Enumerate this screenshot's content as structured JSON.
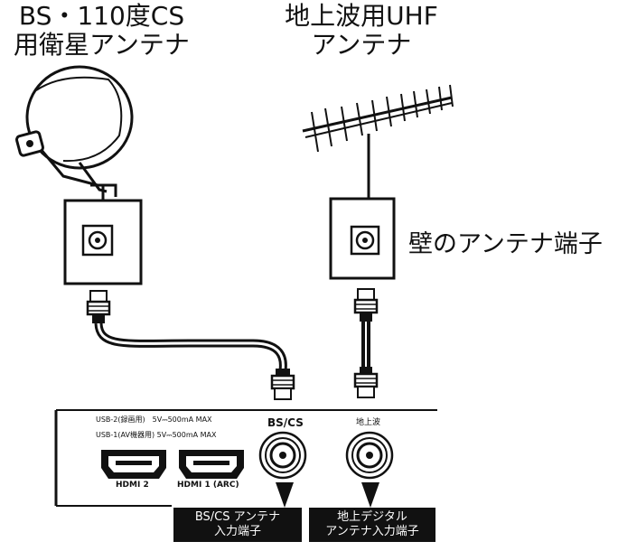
{
  "labels": {
    "bs_antenna_line1": "BS・110度CS",
    "bs_antenna_line2": "用衛星アンテナ",
    "uhf_antenna_line1": "地上波用UHF",
    "uhf_antenna_line2": "アンテナ",
    "wall_terminal": "壁のアンテナ端子"
  },
  "panel": {
    "usb2_text": "USB-2(録画用)　5V⎓500mA MAX",
    "usb1_text": "USB-1(AV機器用) 5V⎓500mA MAX",
    "hdmi2_label": "HDMI 2",
    "hdmi1_label": "HDMI 1 (ARC)",
    "bscs_port_label": "BS/CS",
    "terrestrial_port_label": "地上波"
  },
  "callouts": {
    "bscs_line1": "BS/CS アンテナ",
    "bscs_line2": "入力端子",
    "terrestrial_line1": "地上デジタル",
    "terrestrial_line2": "アンテナ入力端子"
  }
}
